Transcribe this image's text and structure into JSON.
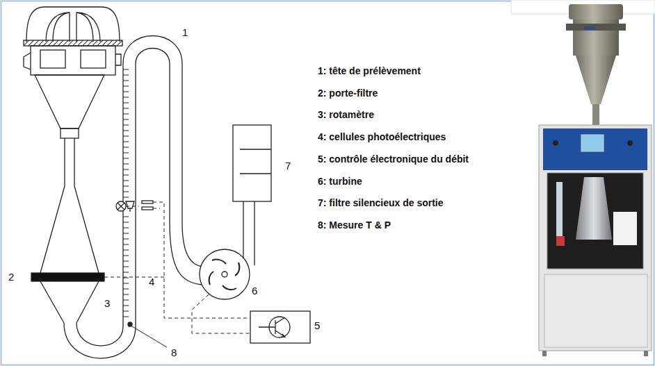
{
  "diagram": {
    "labels": [
      "1",
      "2",
      "3",
      "4",
      "5",
      "6",
      "7",
      "8",
      "1: tête de prélèvement",
      "2: porte-filtre",
      "3: rotamètre",
      "4: cellules photoélectriques",
      "5: contrôle électronique du débit",
      "6: turbine",
      "7: filtre silencieux de sortie",
      "8: Mesure T & P"
    ]
  }
}
